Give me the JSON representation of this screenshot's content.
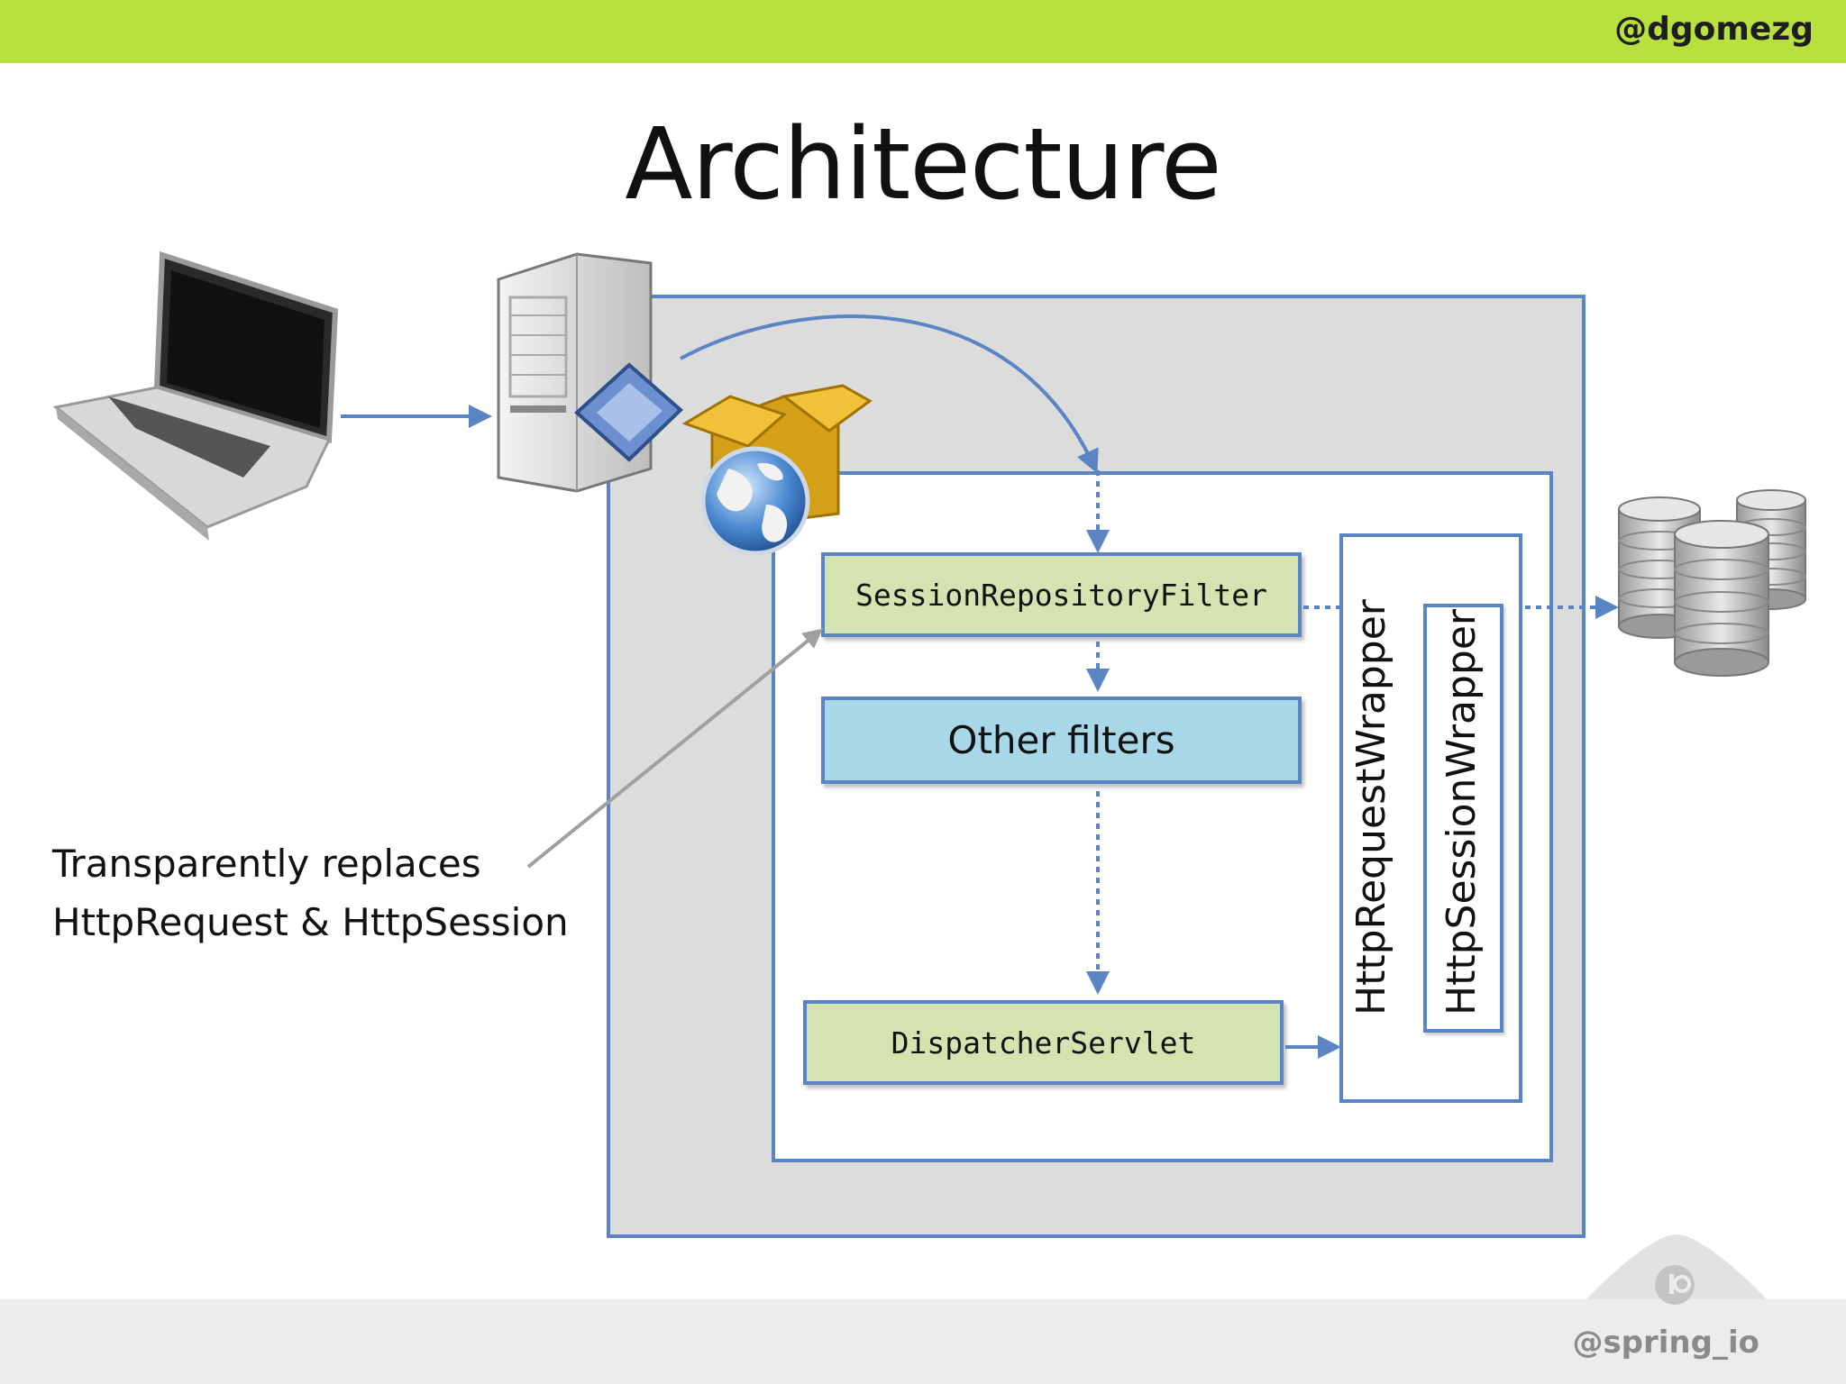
{
  "header": {
    "handle": "@dgomezg"
  },
  "title": "Architecture",
  "diagram": {
    "session_filter": "SessionRepositoryFilter",
    "other_filters": "Other filters",
    "dispatcher": "DispatcherServlet",
    "request_wrapper": "HttpRequestWrapper",
    "session_wrapper": "HttpSessionWrapper"
  },
  "annotation": {
    "line1": "Transparently replaces",
    "line2": "HttpRequest & HttpSession"
  },
  "footer": {
    "handle": "@spring_io"
  },
  "colors": {
    "accent_bar": "#b8e03e",
    "border_blue": "#5b84c4",
    "green_box": "#d5e3b0",
    "blue_box": "#a8d8e8"
  }
}
